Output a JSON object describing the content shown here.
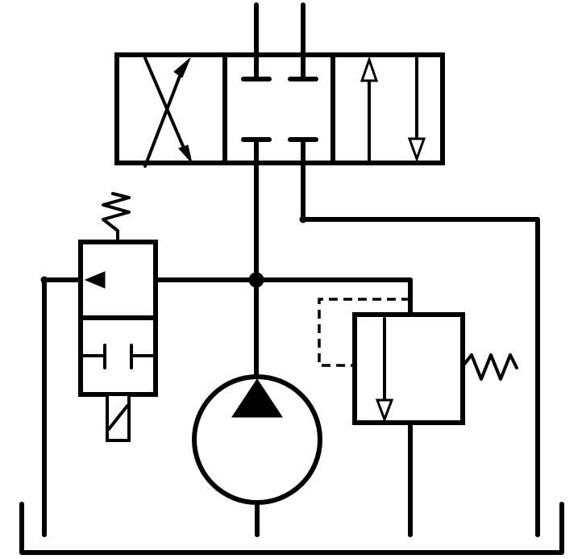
{
  "diagram": {
    "type": "hydraulic-circuit-schematic",
    "components": [
      "directional-control-valve-4-3",
      "solenoid-2-2-valve",
      "pressure-relief-valve",
      "hydraulic-pump",
      "tank"
    ],
    "colors": {
      "line": "#000000",
      "background": "#ffffff"
    }
  }
}
